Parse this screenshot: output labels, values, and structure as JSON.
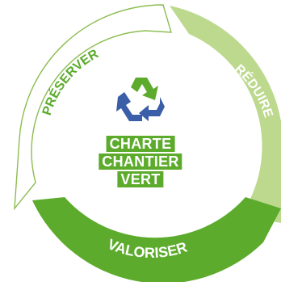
{
  "cycle": {
    "preserver": "PRÉSERVER",
    "reduire": "RÉDUIRE",
    "valoriser": "VALORISER"
  },
  "center": {
    "line1": "CHARTE",
    "line2": "CHANTIER",
    "line3": "VERT"
  },
  "colors": {
    "green": "#5cab2c",
    "light_green": "#bcd98e",
    "blue": "#3a5ea8",
    "outline": "#8cbd50"
  },
  "icons": [
    "recycle-icon"
  ]
}
